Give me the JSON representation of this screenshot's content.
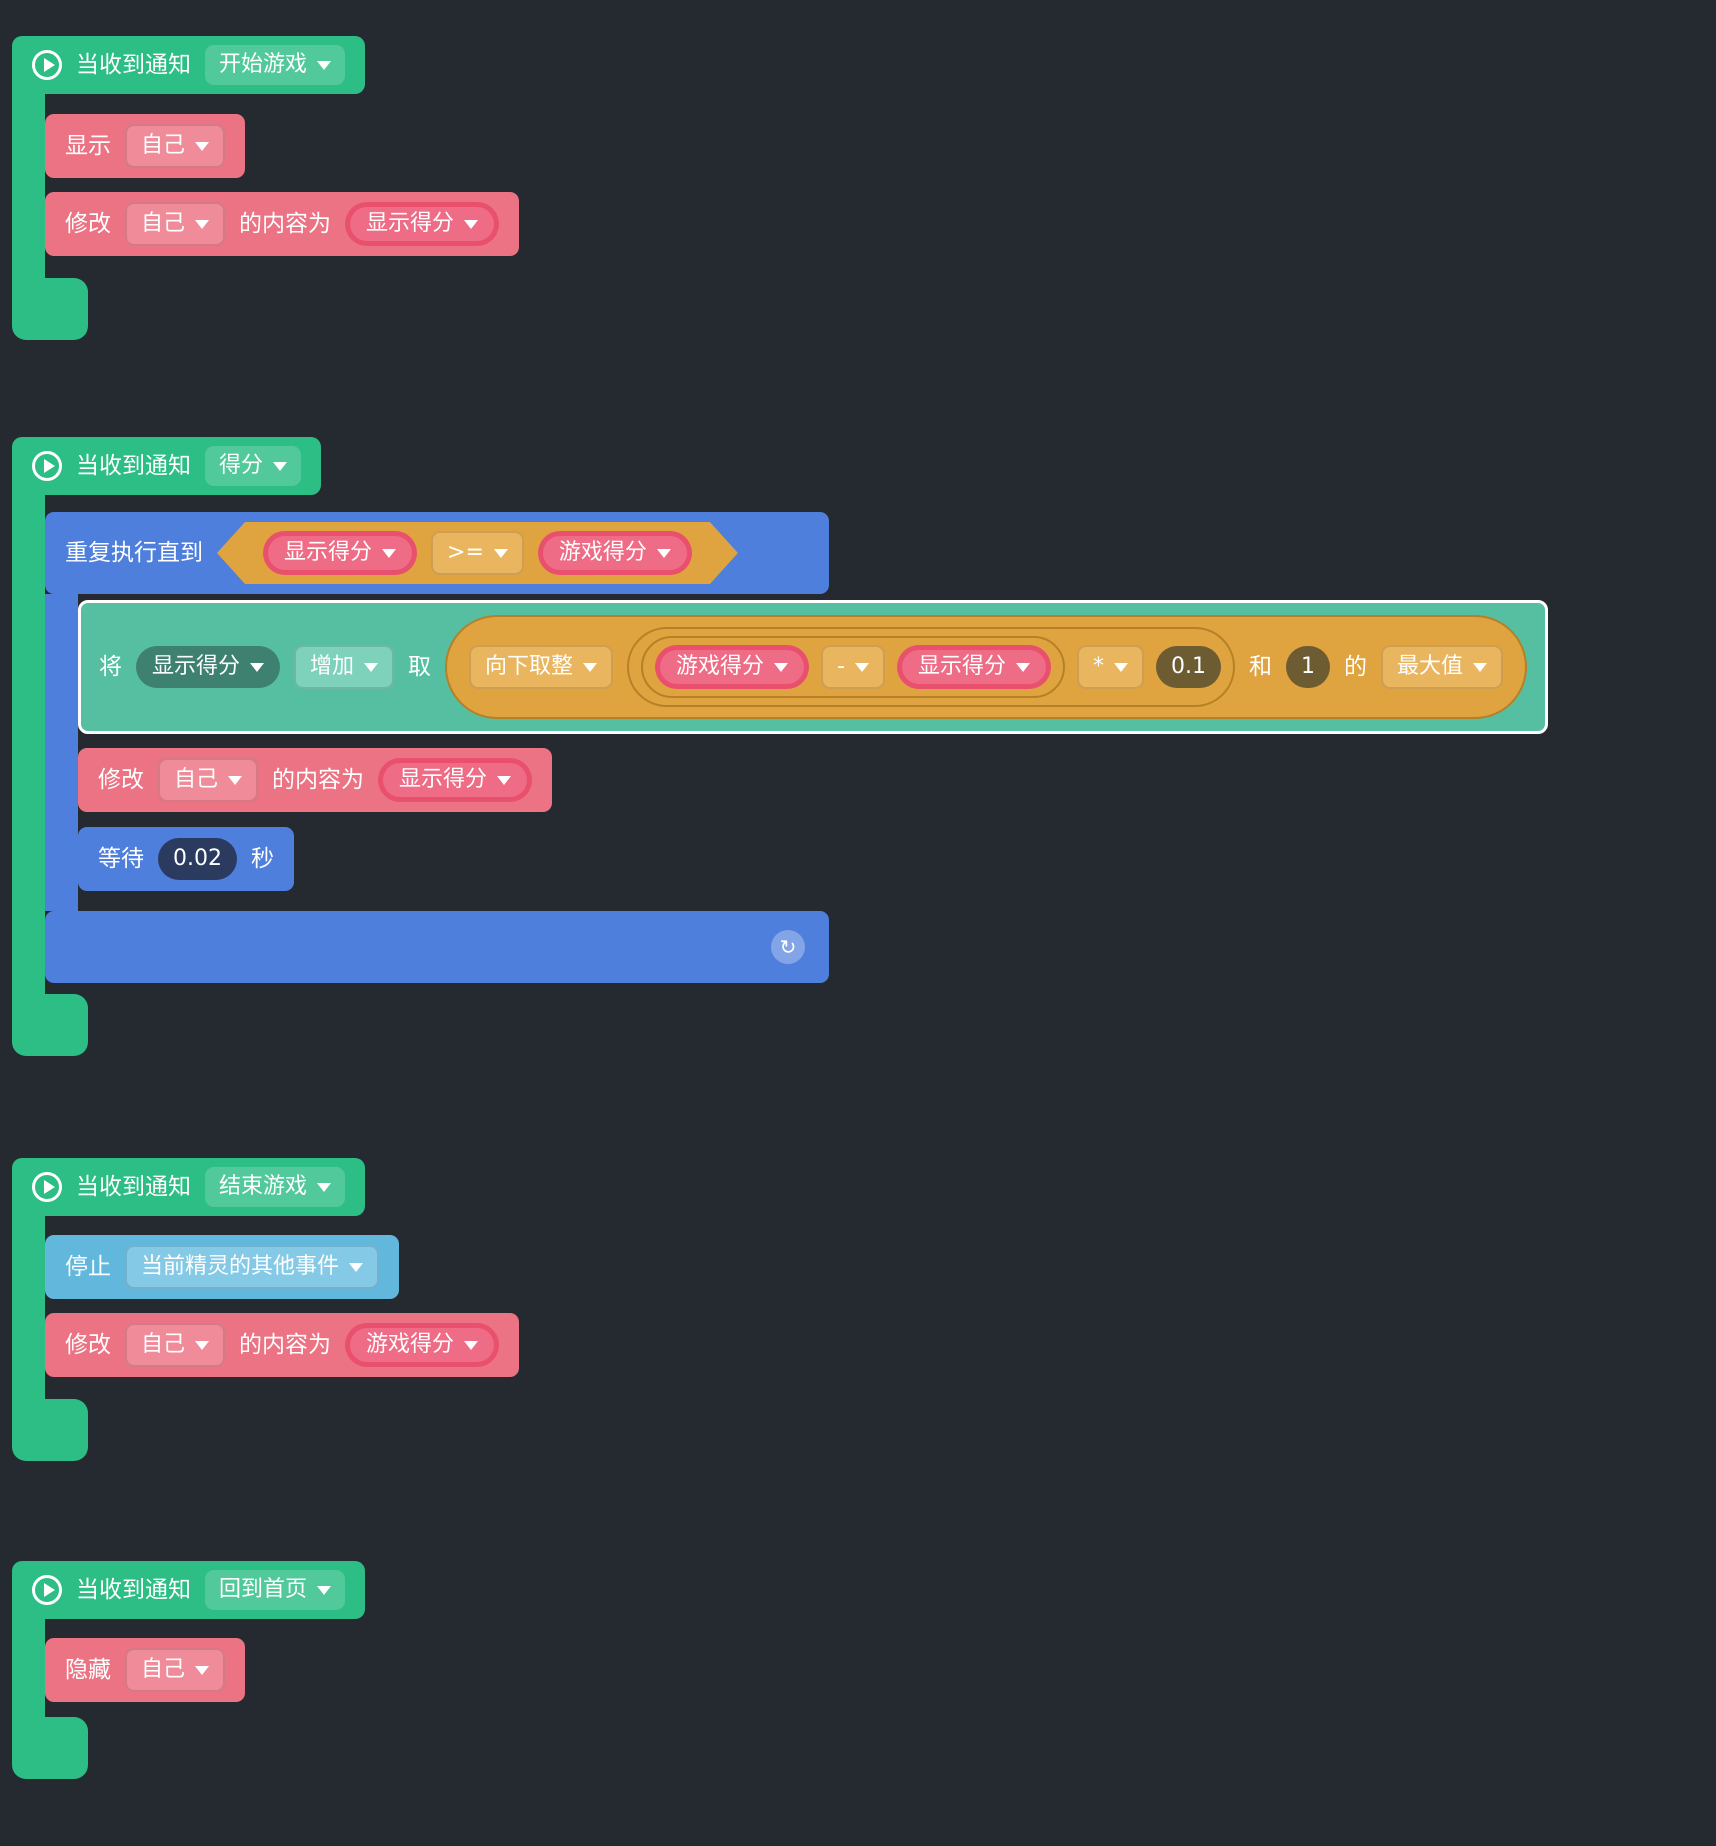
{
  "colors": {
    "background": "#252930",
    "event_green": "#2cbe84",
    "looks_pink": "#ec7384",
    "variable_red": "#e8506e",
    "control_blue": "#4e7fdd",
    "operator_orange": "#dfa43f",
    "data_teal": "#56bfa2",
    "stop_light_blue": "#62b7dc",
    "number_navy": "#2b3a5f",
    "number_olive": "#6d5b32"
  },
  "icons": {
    "play": "play-icon",
    "loop": "↻",
    "caret": "chevron-down"
  },
  "stack1": {
    "hat": {
      "event": "当收到通知",
      "channel": "开始游戏"
    },
    "show": {
      "verb": "显示",
      "target": "自己"
    },
    "modify": {
      "verb": "修改",
      "target": "自己",
      "middle": "的内容为",
      "value": "显示得分"
    }
  },
  "stack2": {
    "hat": {
      "event": "当收到通知",
      "channel": "得分"
    },
    "repeat": {
      "label": "重复执行直到",
      "left": "显示得分",
      "op": ">=",
      "right": "游戏得分"
    },
    "set": {
      "prefix": "将",
      "variable": "显示得分",
      "mode": "增加",
      "take": "取",
      "floor": "向下取整",
      "operand_a": "游戏得分",
      "minus": "-",
      "operand_b": "显示得分",
      "times": "*",
      "factor": "0.1",
      "and": "和",
      "one": "1",
      "of": "的",
      "max": "最大值"
    },
    "modify": {
      "verb": "修改",
      "target": "自己",
      "middle": "的内容为",
      "value": "显示得分"
    },
    "wait": {
      "verb": "等待",
      "seconds": "0.02",
      "unit": "秒"
    }
  },
  "stack3": {
    "hat": {
      "event": "当收到通知",
      "channel": "结束游戏"
    },
    "stop": {
      "verb": "停止",
      "scope": "当前精灵的其他事件"
    },
    "modify": {
      "verb": "修改",
      "target": "自己",
      "middle": "的内容为",
      "value": "游戏得分"
    }
  },
  "stack4": {
    "hat": {
      "event": "当收到通知",
      "channel": "回到首页"
    },
    "hide": {
      "verb": "隐藏",
      "target": "自己"
    }
  }
}
